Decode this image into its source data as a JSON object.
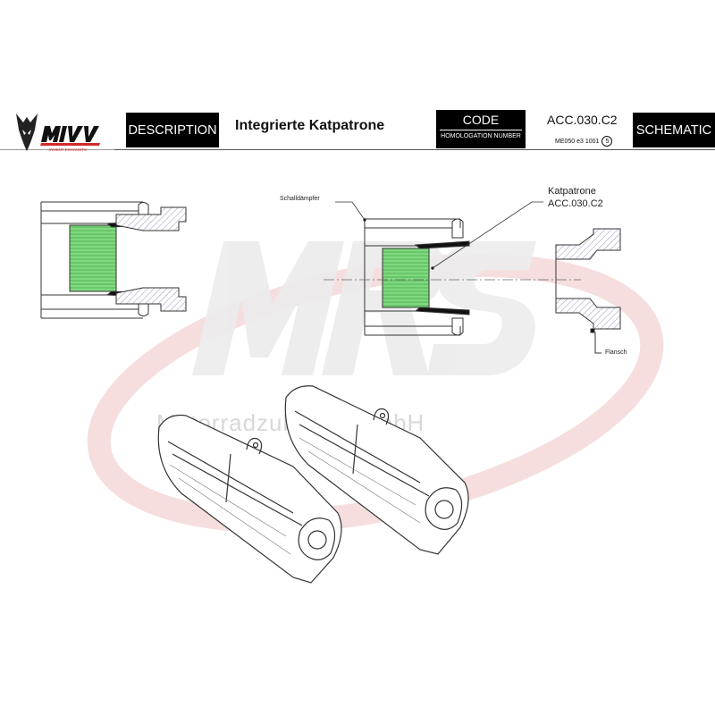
{
  "header": {
    "description_label": "DESCRIPTION",
    "description_value": "Integrierte Katpatrone",
    "code_label": "CODE",
    "homologation_label": "HOMOLOGATION NUMBER",
    "code_value": "ACC.030.C2",
    "homologation_value": "ME050 e3 1001",
    "homologation_circle": "5",
    "schematic_label": "SCHEMATIC"
  },
  "logo": {
    "brand": "MIVV",
    "tagline": "INVENT EXHAUSTS"
  },
  "callouts": {
    "schalldaempfer": "Schalldämpfer",
    "katpatrone": "Katpatrone",
    "katpatrone_code": "ACC.030.C2",
    "flansch": "Flansch"
  },
  "watermark": {
    "letters": "MRS",
    "text": "Motorradzubehör GmbH"
  },
  "colors": {
    "catalyst_green": "#6ccf6c",
    "hatch_purple": "#9b8fc0",
    "watermark_red": "#f3d6d6",
    "watermark_gray": "#e4e4e4"
  }
}
